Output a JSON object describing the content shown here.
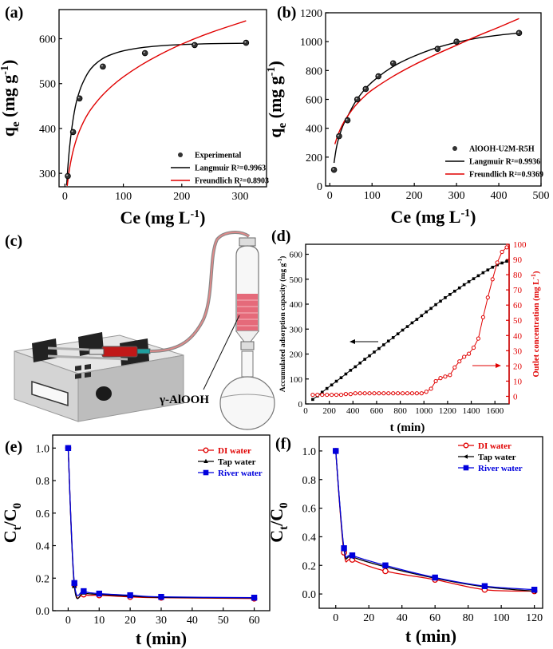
{
  "panel_labels": [
    "(a)",
    "(b)",
    "(c)",
    "(d)",
    "(e)",
    "(f)"
  ],
  "apparatus": {
    "label": "γ-AlOOH"
  },
  "chart_data": [
    {
      "panel": "(a)",
      "type": "scatter",
      "xlabel": "Ce (mg L-1)",
      "ylabel": "qe (mg g-1)",
      "xlim": [
        -10,
        345
      ],
      "ylim": [
        270,
        665
      ],
      "xticks": [
        0,
        100,
        200,
        300
      ],
      "yticks": [
        300,
        400,
        500,
        600
      ],
      "legend_position": "bottom-right",
      "series": [
        {
          "name": "Experimental",
          "kind": "points",
          "color": "#000000",
          "x": [
            5,
            14,
            25,
            65,
            137,
            222,
            310
          ],
          "y": [
            294,
            392,
            467,
            538,
            568,
            586,
            591
          ]
        },
        {
          "name": "Langmuir R²=0.9963",
          "kind": "curve",
          "color": "#000000",
          "x": [
            3,
            5,
            8,
            12,
            16,
            20,
            25,
            30,
            40,
            50,
            65,
            80,
            100,
            130,
            160,
            200,
            250,
            310
          ],
          "y": [
            273,
            312,
            358,
            402,
            436,
            461,
            483,
            500,
            525,
            541,
            556,
            565,
            573,
            580,
            584,
            587,
            589,
            590
          ]
        },
        {
          "name": "Freundlich R²=0.8903",
          "kind": "curve",
          "color": "#e00000",
          "x": [
            4,
            8,
            15,
            25,
            40,
            60,
            80,
            100,
            130,
            160,
            200,
            250,
            310
          ],
          "y": [
            272,
            311,
            355,
            395,
            434,
            468,
            494,
            515,
            541,
            563,
            588,
            614,
            640
          ]
        }
      ]
    },
    {
      "panel": "(b)",
      "type": "scatter",
      "xlabel": "Ce (mg L-1)",
      "ylabel": "qe (mg g-1)",
      "xlim": [
        -10,
        500
      ],
      "ylim": [
        0,
        1200
      ],
      "xticks": [
        0,
        100,
        200,
        300,
        400,
        500
      ],
      "yticks": [
        0,
        200,
        400,
        600,
        800,
        1000,
        1200
      ],
      "legend_position": "bottom-right",
      "series": [
        {
          "name": "AlOOH-U2M-R5H",
          "kind": "points",
          "color": "#000000",
          "x": [
            10,
            22,
            42,
            65,
            85,
            115,
            150,
            255,
            300,
            448
          ],
          "y": [
            112,
            345,
            455,
            600,
            672,
            760,
            850,
            950,
            1000,
            1060
          ]
        },
        {
          "name": "Langmuir R²=0.9936",
          "kind": "curve",
          "color": "#000000",
          "x": [
            10,
            15,
            20,
            30,
            40,
            60,
            80,
            100,
            130,
            160,
            200,
            250,
            300,
            350,
            400,
            448
          ],
          "y": [
            160,
            255,
            320,
            410,
            470,
            580,
            660,
            720,
            790,
            845,
            900,
            955,
            995,
            1025,
            1045,
            1060
          ]
        },
        {
          "name": "Freundlich R²=0.9369",
          "kind": "curve",
          "color": "#e00000",
          "x": [
            12,
            20,
            30,
            40,
            60,
            80,
            100,
            150,
            200,
            250,
            300,
            350,
            400,
            448
          ],
          "y": [
            290,
            360,
            425,
            475,
            555,
            615,
            665,
            760,
            840,
            910,
            975,
            1040,
            1100,
            1160
          ]
        }
      ]
    },
    {
      "panel": "(d)",
      "type": "line",
      "xlabel": "t (min)",
      "ylabel": "Accumulated adsorption capacity (mg g-1)",
      "y2label": "Outlet concentration (mg L-1)",
      "xlim": [
        0,
        1720
      ],
      "ylim": [
        0,
        640
      ],
      "y2lim": [
        -5,
        100
      ],
      "xticks": [
        0,
        200,
        400,
        600,
        800,
        1000,
        1200,
        1400,
        1600
      ],
      "yticks": [
        0,
        100,
        200,
        300,
        400,
        500,
        600
      ],
      "y2ticks": [
        0,
        10,
        20,
        30,
        40,
        50,
        60,
        70,
        80,
        90,
        100
      ],
      "series": [
        {
          "name": "Accumulated adsorption capacity",
          "axis": "left",
          "color": "#000000",
          "marker": "square",
          "x": [
            60,
            100,
            140,
            180,
            220,
            260,
            300,
            340,
            380,
            420,
            460,
            500,
            540,
            580,
            620,
            660,
            700,
            740,
            780,
            820,
            860,
            900,
            940,
            980,
            1020,
            1060,
            1100,
            1140,
            1180,
            1220,
            1260,
            1300,
            1340,
            1380,
            1420,
            1460,
            1500,
            1540,
            1580,
            1620,
            1660,
            1700
          ],
          "y": [
            18,
            32,
            47,
            62,
            76,
            91,
            105,
            120,
            135,
            149,
            164,
            179,
            193,
            208,
            222,
            237,
            252,
            266,
            281,
            296,
            310,
            325,
            339,
            354,
            369,
            383,
            398,
            412,
            426,
            439,
            452,
            465,
            478,
            490,
            502,
            514,
            526,
            537,
            548,
            558,
            565,
            572
          ]
        },
        {
          "name": "Outlet concentration",
          "axis": "right",
          "color": "#e00000",
          "marker": "circle",
          "x": [
            60,
            100,
            140,
            180,
            220,
            260,
            300,
            340,
            380,
            420,
            460,
            500,
            540,
            580,
            620,
            660,
            700,
            740,
            780,
            820,
            860,
            900,
            940,
            980,
            1020,
            1060,
            1100,
            1140,
            1180,
            1220,
            1260,
            1300,
            1340,
            1380,
            1420,
            1460,
            1500,
            1540,
            1580,
            1620,
            1660,
            1700
          ],
          "y": [
            1,
            1,
            1,
            1,
            1,
            1,
            1,
            1.5,
            1.5,
            2,
            2,
            2,
            2,
            2,
            2,
            2,
            2,
            2,
            2,
            2,
            2,
            2,
            2,
            2,
            3,
            5,
            10,
            12,
            13,
            14,
            19,
            23,
            26,
            28,
            32,
            38,
            52,
            65,
            77,
            88,
            95,
            98
          ]
        }
      ],
      "arrows": [
        {
          "points_to": "left"
        },
        {
          "points_to": "right"
        }
      ]
    },
    {
      "panel": "(e)",
      "type": "line",
      "xlabel": "t (min)",
      "ylabel": "Ct/C0",
      "xlim": [
        -5,
        65
      ],
      "ylim": [
        0,
        1.08
      ],
      "xticks": [
        0,
        10,
        20,
        30,
        40,
        50,
        60
      ],
      "yticks": [
        0.0,
        0.2,
        0.4,
        0.6,
        0.8,
        1.0
      ],
      "legend_position": "top-right",
      "series": [
        {
          "name": "DI water",
          "color": "#e00000",
          "marker": "circle",
          "x": [
            0,
            2,
            5,
            10,
            20,
            30,
            60
          ],
          "y": [
            1.0,
            0.16,
            0.1,
            0.095,
            0.085,
            0.08,
            0.075
          ]
        },
        {
          "name": "Tap water",
          "color": "#000000",
          "marker": "triangle",
          "x": [
            0,
            2,
            5,
            10,
            20,
            30,
            60
          ],
          "y": [
            1.0,
            0.15,
            0.11,
            0.1,
            0.09,
            0.082,
            0.078
          ]
        },
        {
          "name": "River water",
          "color": "#0000dd",
          "marker": "square",
          "x": [
            0,
            2,
            5,
            10,
            20,
            30,
            60
          ],
          "y": [
            1.0,
            0.17,
            0.12,
            0.105,
            0.095,
            0.085,
            0.08
          ]
        }
      ]
    },
    {
      "panel": "(f)",
      "type": "line",
      "xlabel": "t (min)",
      "ylabel": "Ct/C0",
      "xlim": [
        -10,
        125
      ],
      "ylim": [
        -0.1,
        1.1
      ],
      "xticks": [
        0,
        20,
        40,
        60,
        80,
        100,
        120
      ],
      "yticks": [
        0.0,
        0.2,
        0.4,
        0.6,
        0.8,
        1.0
      ],
      "legend_position": "top-right",
      "series": [
        {
          "name": "DI water",
          "color": "#e00000",
          "marker": "circle",
          "x": [
            0,
            5,
            10,
            30,
            60,
            90,
            120
          ],
          "y": [
            1.0,
            0.29,
            0.24,
            0.16,
            0.1,
            0.03,
            0.02
          ]
        },
        {
          "name": "Tap water",
          "color": "#000000",
          "marker": "triangle-left",
          "x": [
            0,
            5,
            10,
            30,
            60,
            90,
            120
          ],
          "y": [
            1.0,
            0.31,
            0.26,
            0.19,
            0.11,
            0.05,
            0.02
          ]
        },
        {
          "name": "River water",
          "color": "#0000dd",
          "marker": "square",
          "x": [
            0,
            5,
            10,
            30,
            60,
            90,
            120
          ],
          "y": [
            1.0,
            0.32,
            0.27,
            0.2,
            0.115,
            0.055,
            0.03
          ]
        }
      ]
    }
  ]
}
